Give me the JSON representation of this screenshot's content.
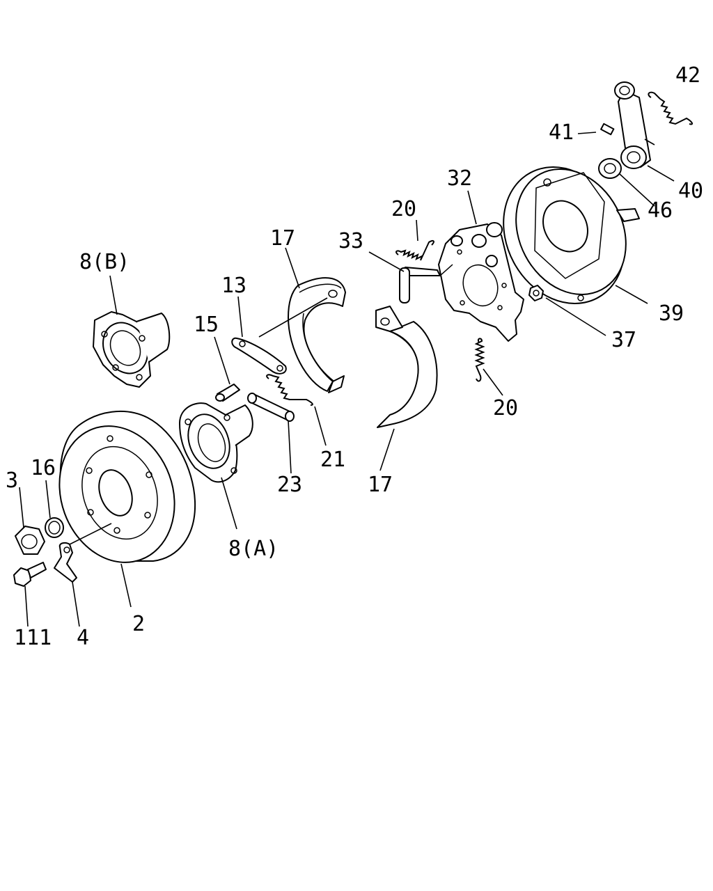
{
  "labels": {
    "p42": "42",
    "p41": "41",
    "p40": "40",
    "p46": "46",
    "p32": "32",
    "p20a": "20",
    "p33": "33",
    "p17a": "17",
    "p13": "13",
    "p8b": "8(B)",
    "p15": "15",
    "p39": "39",
    "p37": "37",
    "p20b": "20",
    "p21": "21",
    "p23": "23",
    "p17b": "17",
    "p8a": "8(A)",
    "p3": "3",
    "p16": "16",
    "p2": "2",
    "p111": "111",
    "p4": "4"
  }
}
